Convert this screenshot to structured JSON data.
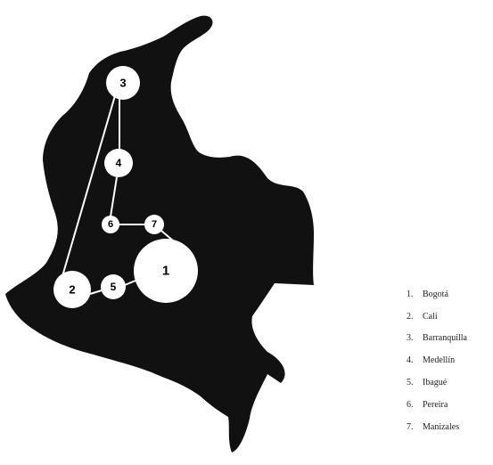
{
  "map": {
    "region_color": "#111111",
    "node_fill": "#ffffff",
    "edge_color": "#ffffff",
    "nodes": [
      {
        "id": "3",
        "label": "3"
      },
      {
        "id": "4",
        "label": "4"
      },
      {
        "id": "6",
        "label": "6"
      },
      {
        "id": "7",
        "label": "7"
      },
      {
        "id": "1",
        "label": "1"
      },
      {
        "id": "5",
        "label": "5"
      },
      {
        "id": "2",
        "label": "2"
      }
    ],
    "edges": [
      [
        "3",
        "4"
      ],
      [
        "4",
        "6"
      ],
      [
        "6",
        "7"
      ],
      [
        "7",
        "1"
      ],
      [
        "1",
        "5"
      ],
      [
        "5",
        "2"
      ],
      [
        "2",
        "3"
      ]
    ]
  },
  "legend": {
    "items": [
      {
        "num": "1.",
        "name": "Bogotá"
      },
      {
        "num": "2.",
        "name": "Cali"
      },
      {
        "num": "3.",
        "name": "Barranquilla"
      },
      {
        "num": "4.",
        "name": "Medellín"
      },
      {
        "num": "5.",
        "name": "Ibagué"
      },
      {
        "num": "6.",
        "name": "Pereira"
      },
      {
        "num": "7.",
        "name": "Manizales"
      }
    ]
  }
}
